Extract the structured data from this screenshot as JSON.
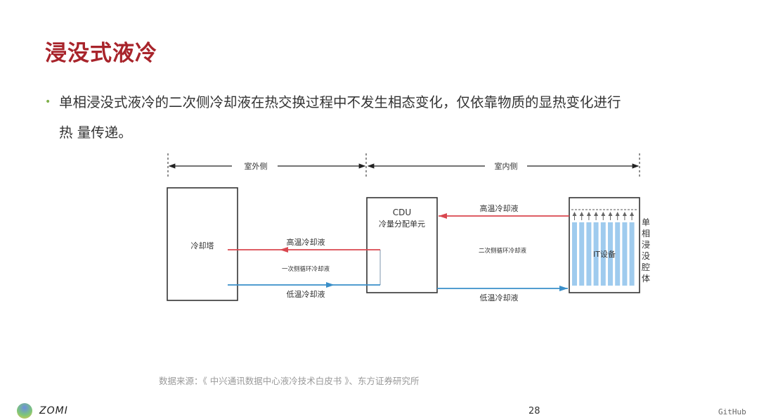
{
  "title": "浸没式液冷",
  "bullet": {
    "line1": "单相浸没式液冷的二次侧冷却液在热交换过程中不发生相态变化，仅依靠物质的显热变化进行",
    "line2": "热 量传递。"
  },
  "diagram": {
    "outdoor_label": "室外侧",
    "indoor_label": "室内侧",
    "cooling_tower": "冷却塔",
    "cdu_title": "CDU",
    "cdu_subtitle": "冷量分配单元",
    "it_label": "IT设备",
    "tank_label": "单相浸没腔体",
    "primary_hot": "高温冷却液",
    "primary_loop": "一次侧循环冷却液",
    "primary_cold": "低温冷却液",
    "secondary_hot": "高温冷却液",
    "secondary_loop": "二次侧循环冷却液",
    "secondary_cold": "低温冷却液",
    "colors": {
      "hot": "#d9474f",
      "cold": "#3a8fc9",
      "bar": "#9fcbee"
    }
  },
  "source": "数据来源：《 中兴通讯数据中心液冷技术白皮书 》、东方证券研究所",
  "footer": {
    "logo_text": "ZOMI",
    "page_number": "28",
    "github": "GitHub"
  }
}
